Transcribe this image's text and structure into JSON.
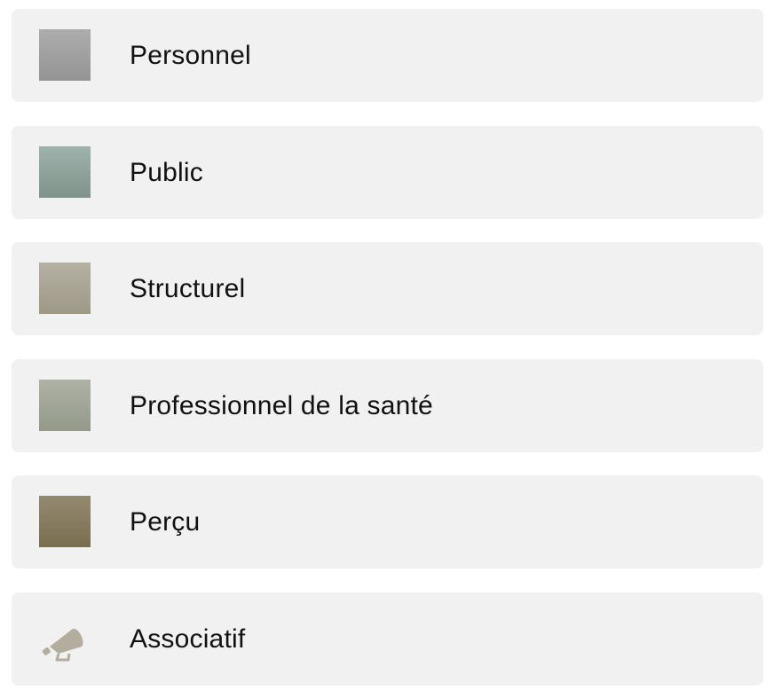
{
  "items": [
    {
      "label": "Personnel",
      "icon": "gray-swatch-icon",
      "color_top": "#adadad",
      "color_bottom": "#949494"
    },
    {
      "label": "Public",
      "icon": "teal-gray-swatch-icon",
      "color_top": "#9fb3ad",
      "color_bottom": "#7f938a"
    },
    {
      "label": "Structurel",
      "icon": "beige-swatch-icon",
      "color_top": "#b5b1a3",
      "color_bottom": "#9d9886"
    },
    {
      "label": "Professionnel de la santé",
      "icon": "sage-swatch-icon",
      "color_top": "#adb2a5",
      "color_bottom": "#949a8a"
    },
    {
      "label": "Perçu",
      "icon": "brown-swatch-icon",
      "color_top": "#948a70",
      "color_bottom": "#7a6e51"
    },
    {
      "label": "Associatif",
      "icon": "megaphone-icon",
      "color": "#b3ad9e"
    }
  ]
}
